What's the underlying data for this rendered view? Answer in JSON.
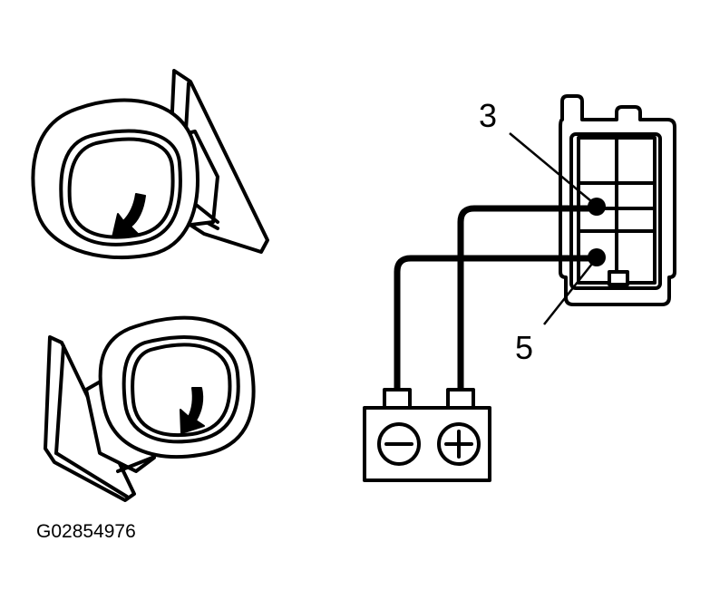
{
  "callouts": {
    "pin_top": "3",
    "pin_bottom": "5"
  },
  "figure_code": "G02854976",
  "battery": {
    "negative_symbol": "−",
    "positive_symbol": "+"
  },
  "icons": {
    "tilt_down_arrow": "arrow-down-icon",
    "tilt_down_right_arrow": "arrow-down-right-icon"
  },
  "colors": {
    "line": "#000000",
    "background": "#ffffff"
  }
}
